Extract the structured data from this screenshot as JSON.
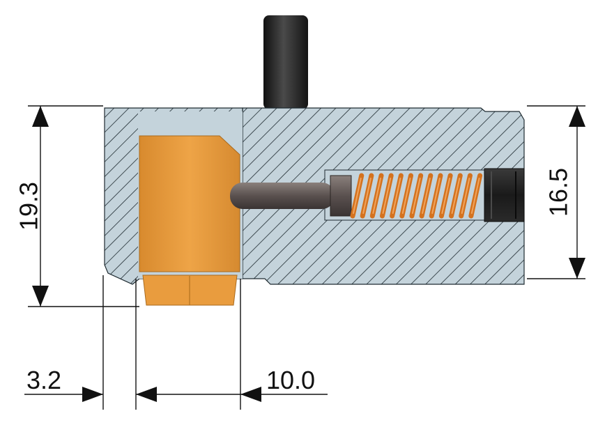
{
  "dimensions": {
    "overall_height": "19.3",
    "bore_height": "16.5",
    "offset": "3.2",
    "width": "10.0"
  },
  "colors": {
    "body_section": "#c4d3db",
    "hatch": "#1e2a30",
    "brass": "#e59a3c",
    "brass_shadow": "#c97e24",
    "spring": "#d4721e",
    "pin": "#2a2a2a",
    "plunger": "#6e6462",
    "line": "#111111"
  },
  "icons": [
    "dimension-arrow"
  ]
}
